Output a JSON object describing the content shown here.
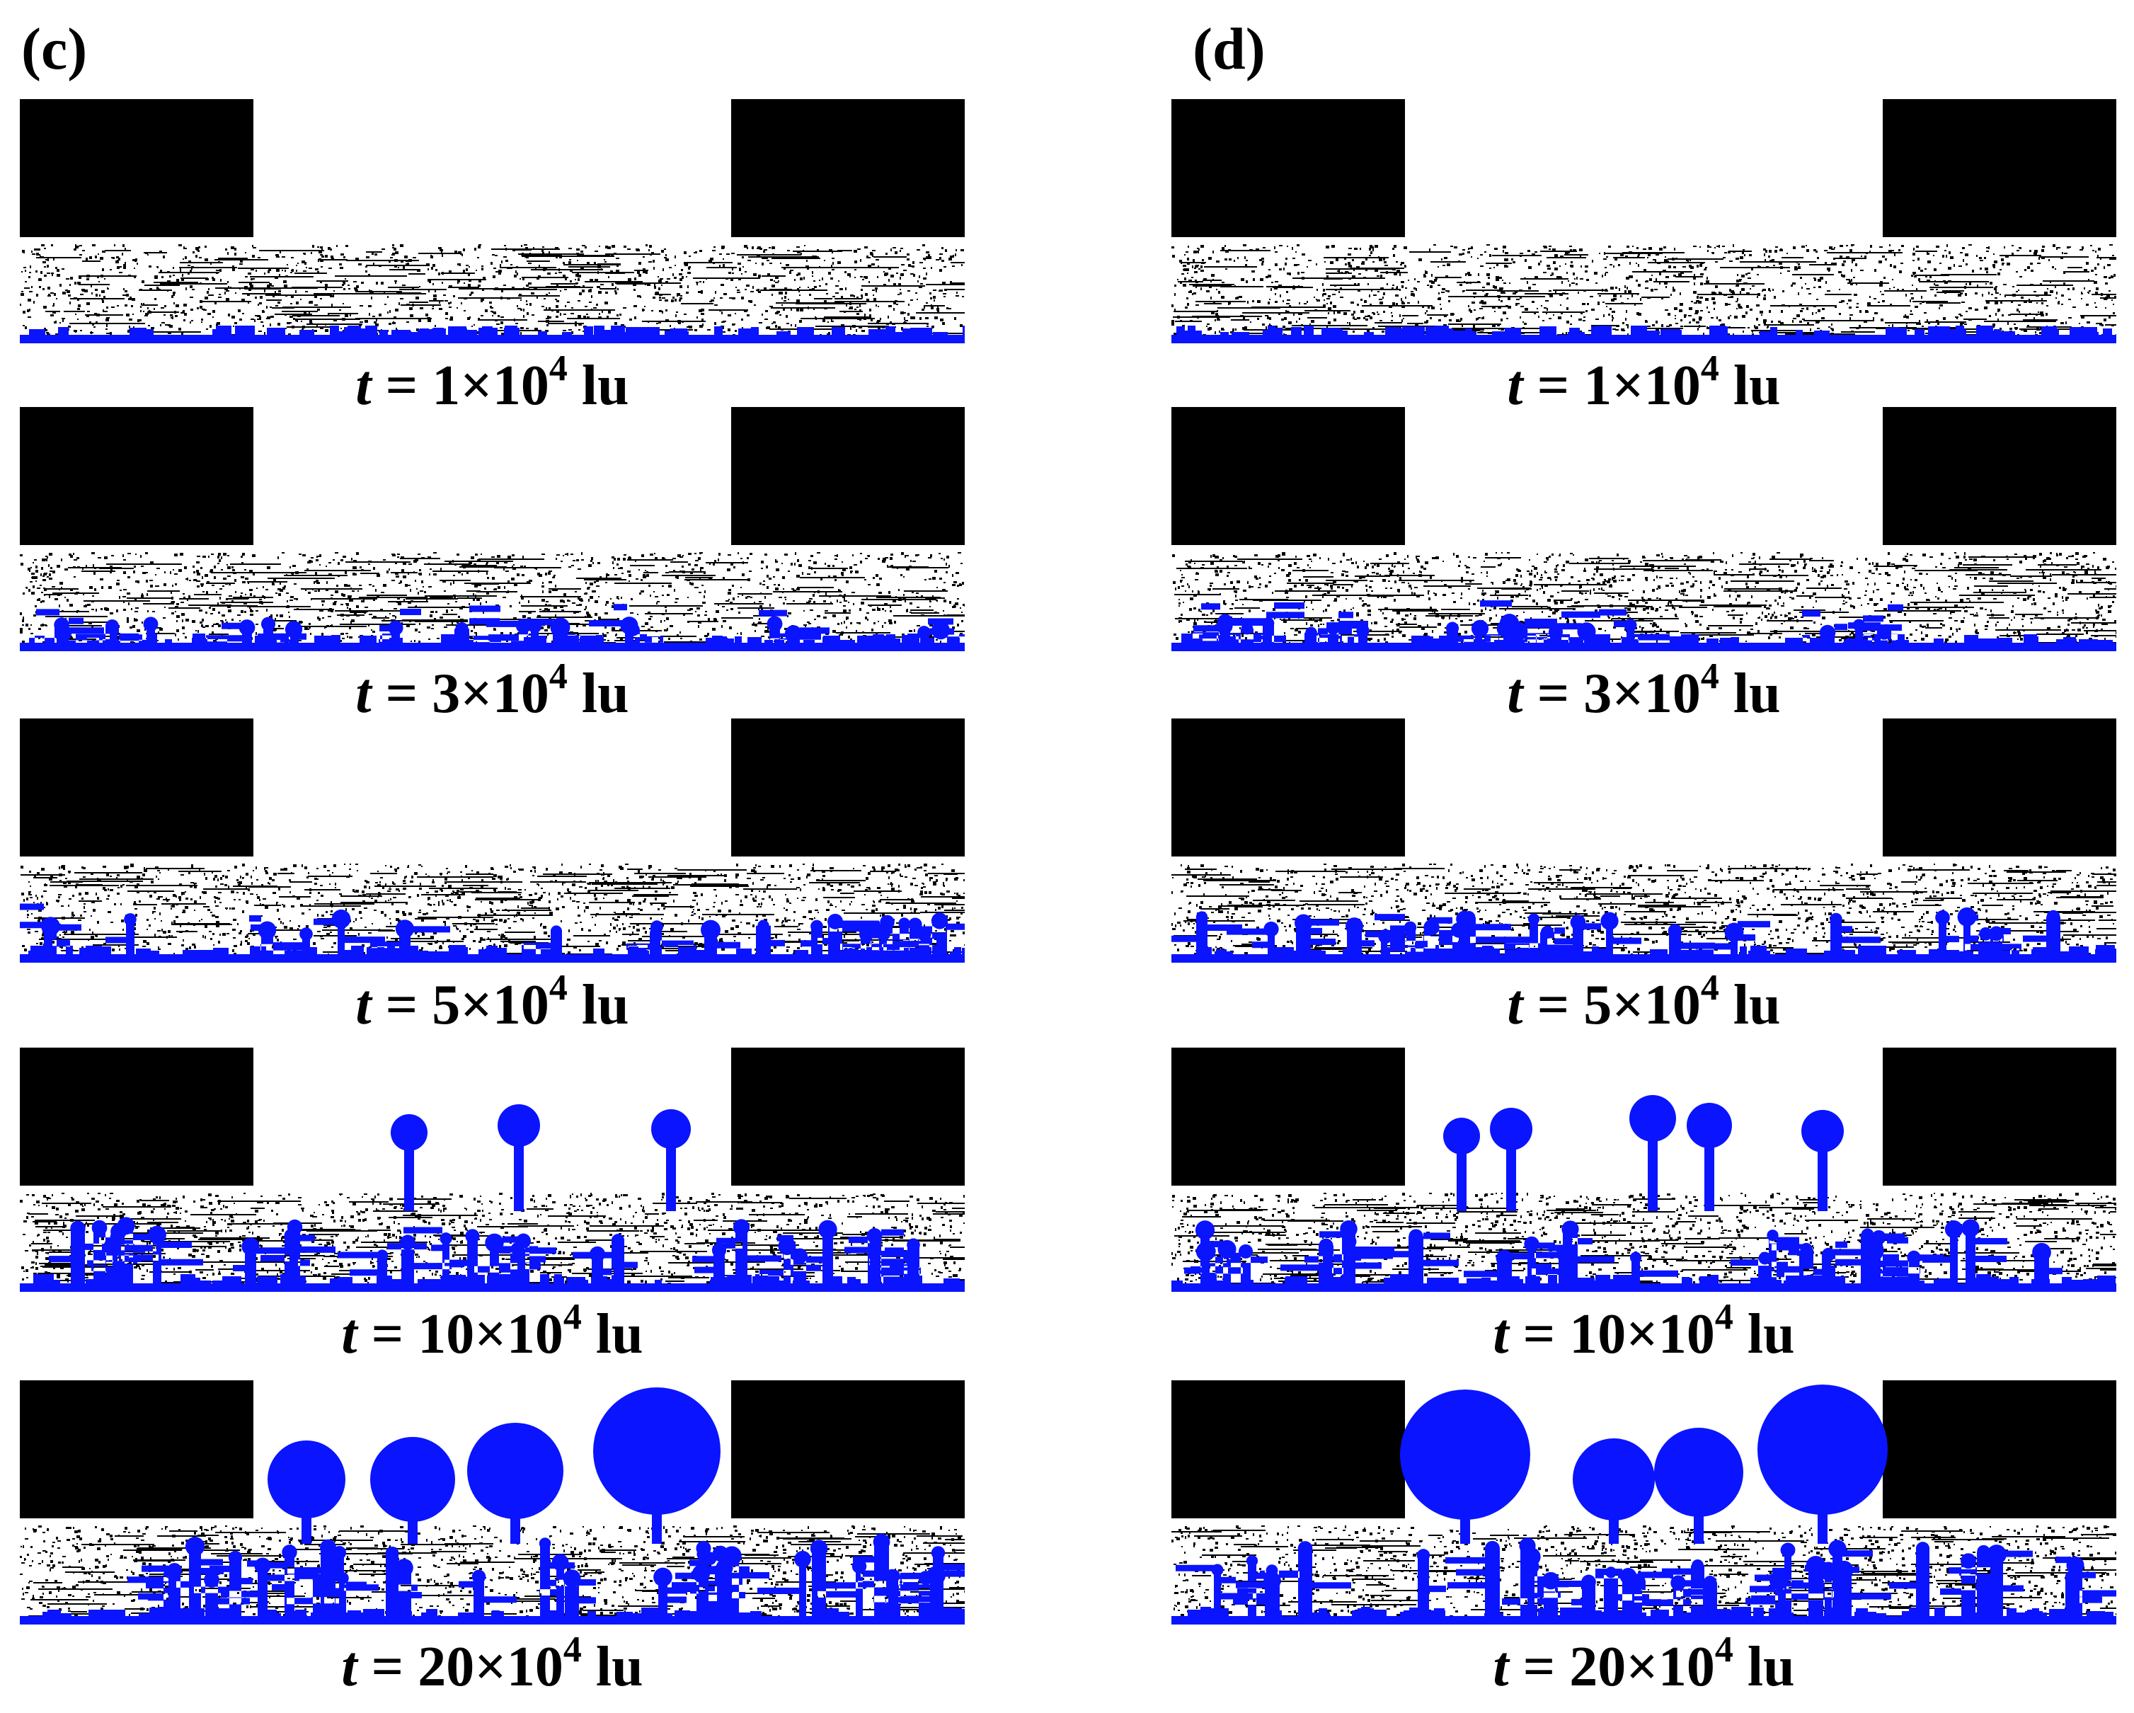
{
  "colors": {
    "liquid": "#0a14ff",
    "solid": "#000000",
    "pore": "#ffffff"
  },
  "panels": [
    {
      "label": "(c)",
      "snapshots": [
        {
          "t_symbol": "t",
          "equals": " = ",
          "value_prefix": "1×10",
          "exponent": "4",
          "unit": " lu"
        },
        {
          "t_symbol": "t",
          "equals": " = ",
          "value_prefix": "3×10",
          "exponent": "4",
          "unit": " lu"
        },
        {
          "t_symbol": "t",
          "equals": " = ",
          "value_prefix": "5×10",
          "exponent": "4",
          "unit": " lu"
        },
        {
          "t_symbol": "t",
          "equals": " = ",
          "value_prefix": "10×10",
          "exponent": "4",
          "unit": " lu"
        },
        {
          "t_symbol": "t",
          "equals": " = ",
          "value_prefix": "20×10",
          "exponent": "4",
          "unit": " lu"
        }
      ]
    },
    {
      "label": "(d)",
      "snapshots": [
        {
          "t_symbol": "t",
          "equals": " = ",
          "value_prefix": "1×10",
          "exponent": "4",
          "unit": " lu"
        },
        {
          "t_symbol": "t",
          "equals": " = ",
          "value_prefix": "3×10",
          "exponent": "4",
          "unit": " lu"
        },
        {
          "t_symbol": "t",
          "equals": " = ",
          "value_prefix": "5×10",
          "exponent": "4",
          "unit": " lu"
        },
        {
          "t_symbol": "t",
          "equals": " = ",
          "value_prefix": "10×10",
          "exponent": "4",
          "unit": " lu"
        },
        {
          "t_symbol": "t",
          "equals": " = ",
          "value_prefix": "20×10",
          "exponent": "4",
          "unit": " lu"
        }
      ]
    }
  ]
}
